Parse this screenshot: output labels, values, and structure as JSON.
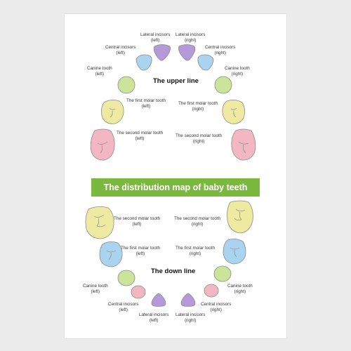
{
  "upper": {
    "title": "The upper line",
    "lateral_left": [
      "Lateral incisors",
      "(left)"
    ],
    "lateral_right": [
      "Lateral incisors",
      "(right)"
    ],
    "central_left": [
      "Central incisors",
      "(left)"
    ],
    "central_right": [
      "Central incisors",
      "(right)"
    ],
    "canine_left": [
      "Canine tooth",
      "(left)"
    ],
    "canine_right": [
      "Canine tooth",
      "(right)"
    ],
    "first_molar_left": [
      "The first molar tooth",
      "(left)"
    ],
    "first_molar_right": [
      "The first molar tooth",
      "(right)"
    ],
    "second_molar_left": [
      "The second molar tooth",
      "(left)"
    ],
    "second_molar_right": [
      "The second molar tooth",
      "(right)"
    ]
  },
  "banner": "The distribution map of baby teeth",
  "lower": {
    "title": "The down line",
    "second_molar_left": [
      "The second molar tooth",
      "(left)"
    ],
    "second_molar_right": [
      "The second molar tooth",
      "(right)"
    ],
    "first_molar_left": [
      "The first molar tooth",
      "(left)"
    ],
    "first_molar_right": [
      "The first molar tooth",
      "(right)"
    ],
    "canine_left": [
      "Canine tooth",
      "(left)"
    ],
    "canine_right": [
      "Canine tooth",
      "(right)"
    ],
    "central_left": [
      "Central incisors",
      "(left)"
    ],
    "central_right": [
      "Central incisors",
      "(right)"
    ],
    "lateral_left": [
      "Lateral incisors",
      "(left)"
    ],
    "lateral_right": [
      "Lateral incisors",
      "(right)"
    ]
  },
  "colors": {
    "lateral_incisor": "#b49ad8",
    "central_incisor": "#a9d3ef",
    "canine": "#cbe49a",
    "first_molar": "#eeeaa1",
    "second_molar": "#f3b7c2",
    "lower_first_molar": "#a9d3ef",
    "lower_central": "#f3b7c2",
    "lower_canine": "#cbe49a",
    "banner": "#7ab83e",
    "outline": "#8a8a8a"
  }
}
